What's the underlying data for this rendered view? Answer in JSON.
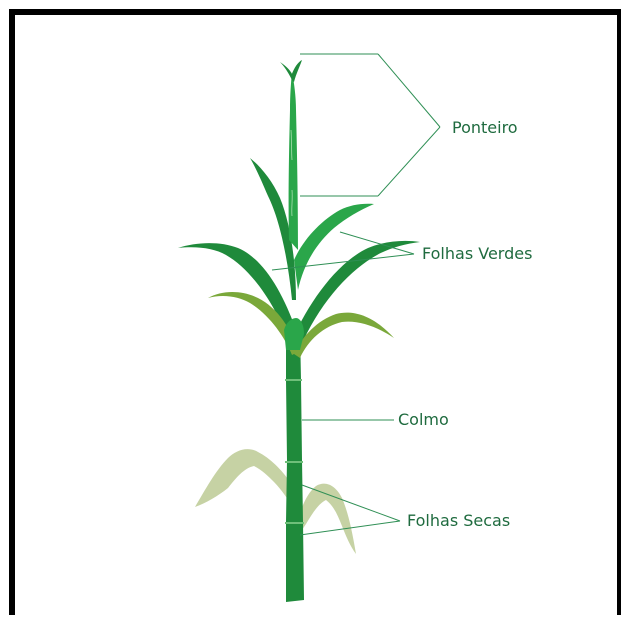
{
  "colors": {
    "dark_green": "#1f8a3b",
    "mid_green": "#2aa64a",
    "light_green": "#7aa83a",
    "dry_leaf": "#c6d2a4",
    "leader_line": "#2f8f55",
    "label_text": "#1f6b3f",
    "frame": "#000000"
  },
  "labels": {
    "ponteiro": "Ponteiro",
    "folhas_verdes": "Folhas Verdes",
    "colmo": "Colmo",
    "folhas_secas": "Folhas Secas"
  },
  "icons": {
    "plant": "sugarcane-plant-illustration"
  }
}
